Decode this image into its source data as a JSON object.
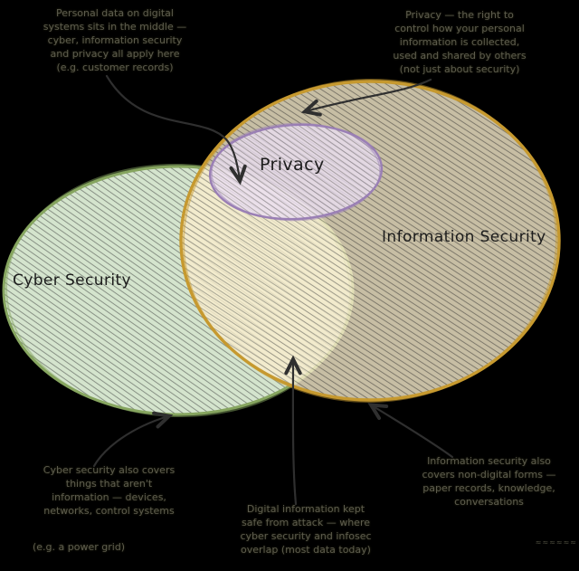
{
  "background": "#000000",
  "diagram": {
    "type": "venn",
    "sets": [
      {
        "id": "cyber",
        "label": "Cyber Security",
        "stroke": "#86a55f",
        "fill": "#dff0d8"
      },
      {
        "id": "info",
        "label": "Information Security",
        "stroke": "#c6992f",
        "fill": "#f9edcd"
      },
      {
        "id": "privacy",
        "label": "Privacy",
        "stroke": "#9a7fb5",
        "fill": "#eadef2"
      }
    ],
    "hatch_color": "#2d2d2d",
    "arrow_color": "#2f2f2f"
  },
  "annotations": {
    "top_left": {
      "lines": [
        "Personal data on digital",
        "systems sits in the middle —",
        "cyber, information security",
        "and privacy all apply here",
        "(e.g. customer records)"
      ]
    },
    "top_right": {
      "lines": [
        "Privacy — the right to",
        "control how your personal",
        "information is collected,",
        "used and shared by others",
        "(not just about security)"
      ]
    },
    "bottom_left": {
      "lines": [
        "Cyber security also covers",
        "things that aren't",
        "information — devices,",
        "networks, control systems"
      ],
      "footnote": "(e.g. a power grid)"
    },
    "bottom_center": {
      "lines": [
        "Digital information kept",
        "safe from attack — where",
        "cyber security and infosec",
        "overlap (most data today)"
      ]
    },
    "bottom_right": {
      "lines": [
        "Information security also",
        "covers non-digital forms —",
        "paper records, knowledge,",
        "conversations"
      ]
    }
  },
  "signature": {
    "text": "≈≈≈≈≈≈"
  }
}
